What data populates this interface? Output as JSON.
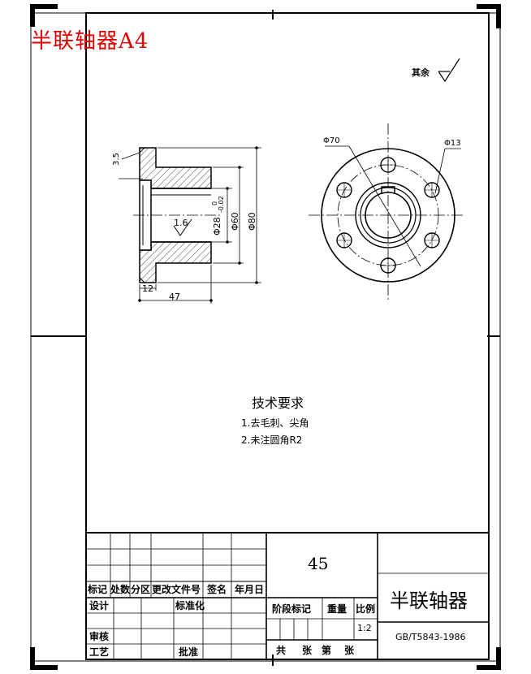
{
  "overlay_title": "半联轴器A4",
  "surface_finish": {
    "label": "其余"
  },
  "section_view": {
    "dim_chamfer": "3.5",
    "dim_roughness": "1.6",
    "dim_bore": "Φ28",
    "dim_bore_tol_upper": "0",
    "dim_bore_tol_lower": "-0.02",
    "dim_hub": "Φ60",
    "dim_flange": "Φ80",
    "dim_flange_thk": "12",
    "dim_length": "47"
  },
  "end_view": {
    "dim_bolt_circle": "Φ70",
    "dim_hole": "Φ13"
  },
  "tech_req": {
    "heading": "技术要求",
    "items": [
      "1.去毛刺、尖角",
      "2.未注圆角R2"
    ]
  },
  "title_block": {
    "material": "45",
    "part_name": "半联轴器",
    "standard": "GB/T5843-1986",
    "scale": "1:2",
    "labels": {
      "mark": "标记",
      "count": "处数",
      "zone": "分区",
      "change_doc": "更改文件号",
      "signature": "签名",
      "date": "年月日",
      "design": "设计",
      "standardize": "标准化",
      "review": "审核",
      "process": "工艺",
      "approve": "批准",
      "stage_mark": "阶段标记",
      "weight": "重量",
      "ratio": "比例",
      "total": "共",
      "sheets": "张",
      "sheet_no": "第",
      "sheet_unit": "张"
    }
  }
}
